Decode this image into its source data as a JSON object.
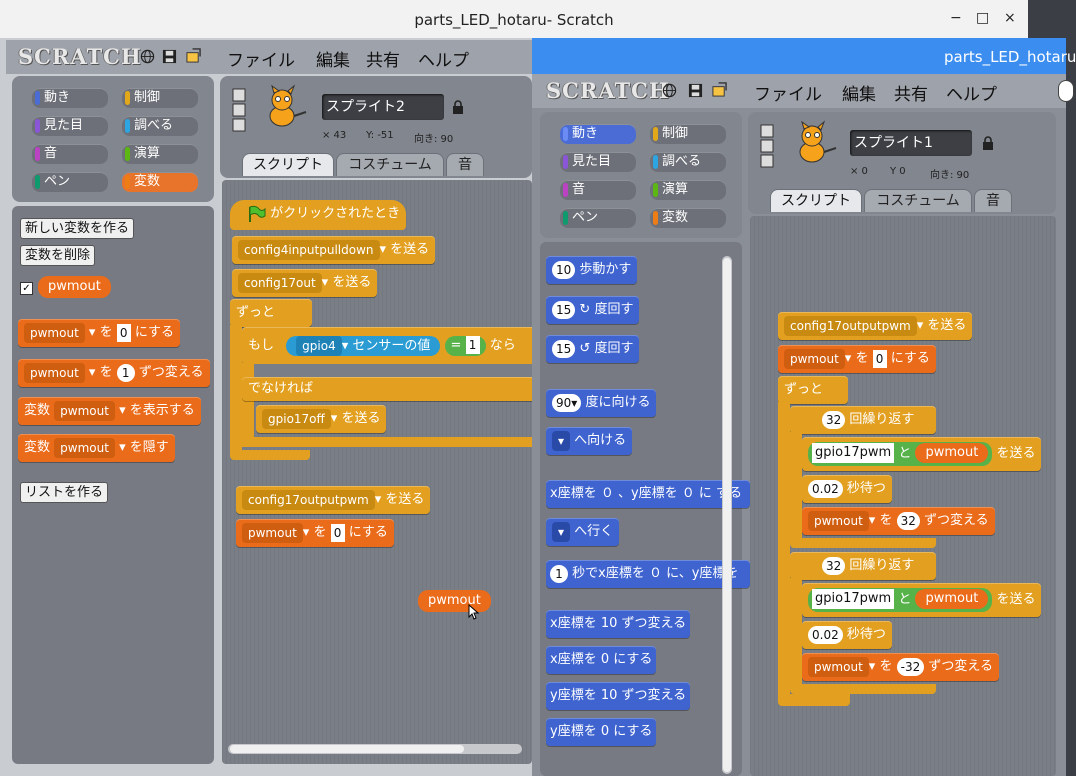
{
  "window_title": "parts_LED_hotaru- Scratch",
  "window_controls": {
    "minimize": "−",
    "maximize": "□",
    "close": "×"
  },
  "back": {
    "logo": "SCRATCH",
    "menu": [
      "ファイル",
      "編集",
      "共有",
      "ヘルプ"
    ],
    "categories": [
      {
        "label": "動き",
        "color": "#4a6cd4"
      },
      {
        "label": "制御",
        "color": "#e1a91a"
      },
      {
        "label": "見た目",
        "color": "#8a55d7"
      },
      {
        "label": "調べる",
        "color": "#2ca5e2"
      },
      {
        "label": "音",
        "color": "#bb42c3"
      },
      {
        "label": "演算",
        "color": "#5cb712"
      },
      {
        "label": "ペン",
        "color": "#0e9a6c"
      },
      {
        "label": "変数",
        "color": "#ee7d16"
      }
    ],
    "sprite": {
      "name": "スプライト2",
      "x": "× 43",
      "y": "Y: -51",
      "dir": "向き: 90"
    },
    "tabs": [
      "スクリプト",
      "コスチューム",
      "音"
    ],
    "palette": {
      "new_var": "新しい変数を作る",
      "del_var": "変数を削除",
      "var_name": "pwmout",
      "check": "✓",
      "set_var": "pwmout",
      "set_to": "を",
      "set_val": "0",
      "set_suffix": "にする",
      "change_var": "pwmout",
      "change_to": "を",
      "change_val": "1",
      "change_suffix": "ずつ変える",
      "show_prefix": "変数",
      "show_var": "pwmout",
      "show_suffix": "を表示する",
      "hide_prefix": "変数",
      "hide_var": "pwmout",
      "hide_suffix": "を隠す",
      "make_list": "リストを作る"
    },
    "script": {
      "hat": "がクリックされたとき",
      "b1_dd": "config4inputpulldown",
      "b1_suffix": "を送る",
      "b2_dd": "config17out",
      "b2_suffix": "を送る",
      "forever": "ずっと",
      "if_label": "もし",
      "sensor_dd": "gpio4",
      "sensor_label": "センサーの値",
      "eq": "=",
      "eq_val": "1",
      "then": "なら",
      "else": "でなければ",
      "b3_dd": "gpio17off",
      "b3_suffix": "を送る",
      "b4_dd": "config17outputpwm",
      "b4_suffix": "を送る",
      "b5_dd": "pwmout",
      "b5_to": "を",
      "b5_val": "0",
      "b5_suffix": "にする",
      "floating": "pwmout"
    }
  },
  "front": {
    "title": "parts_LED_hotaru",
    "logo": "SCRATCH",
    "menu": [
      "ファイル",
      "編集",
      "共有",
      "ヘルプ"
    ],
    "categories": [
      {
        "label": "動き",
        "color": "#4a6cd4"
      },
      {
        "label": "制御",
        "color": "#e1a91a"
      },
      {
        "label": "見た目",
        "color": "#8a55d7"
      },
      {
        "label": "調べる",
        "color": "#2ca5e2"
      },
      {
        "label": "音",
        "color": "#bb42c3"
      },
      {
        "label": "演算",
        "color": "#5cb712"
      },
      {
        "label": "ペン",
        "color": "#0e9a6c"
      },
      {
        "label": "変数",
        "color": "#ee7d16"
      }
    ],
    "sprite": {
      "name": "スプライト1",
      "x": "× 0",
      "y": "Y 0",
      "dir": "向き: 90"
    },
    "tabs": [
      "スクリプト",
      "コスチューム",
      "音"
    ],
    "palette": [
      {
        "val": "10",
        "label": "歩動かす"
      },
      {
        "val": "15",
        "label": "↻ 度回す"
      },
      {
        "val": "15",
        "label": "↺ 度回す"
      },
      {
        "val": "90▾",
        "label": "度に向ける"
      },
      {
        "val": "▾",
        "label": "へ向ける"
      },
      {
        "val": "",
        "label": "x座標を ０ 、y座標を ０ に する"
      },
      {
        "val": "▾",
        "label": "へ行く"
      },
      {
        "val": "1",
        "label": "秒でx座標を ０ に、y座標を"
      },
      {
        "val": "",
        "label": "x座標を 10 ずつ変える"
      },
      {
        "val": "",
        "label": "x座標を 0 にする"
      },
      {
        "val": "",
        "label": "y座標を 10 ずつ変える"
      },
      {
        "val": "",
        "label": "y座標を 0 にする"
      }
    ],
    "script": {
      "b1_dd": "config17outputpwm",
      "b1_suffix": "を送る",
      "b2_dd": "pwmout",
      "b2_to": "を",
      "b2_val": "0",
      "b2_suffix": "にする",
      "forever": "ずっと",
      "repeat1_val": "32",
      "repeat1_label": "回繰り返す",
      "join1_a": "gpio17pwm",
      "join1_and": "と",
      "join1_b": "pwmout",
      "join1_suffix": "を送る",
      "wait1_val": "0.02",
      "wait1_label": "秒待つ",
      "chg1_dd": "pwmout",
      "chg1_to": "を",
      "chg1_val": "32",
      "chg1_suffix": "ずつ変える",
      "repeat2_val": "32",
      "repeat2_label": "回繰り返す",
      "join2_a": "gpio17pwm",
      "join2_and": "と",
      "join2_b": "pwmout",
      "join2_suffix": "を送る",
      "wait2_val": "0.02",
      "wait2_label": "秒待つ",
      "chg2_dd": "pwmout",
      "chg2_to": "を",
      "chg2_val": "-32",
      "chg2_suffix": "ずつ変える"
    }
  }
}
